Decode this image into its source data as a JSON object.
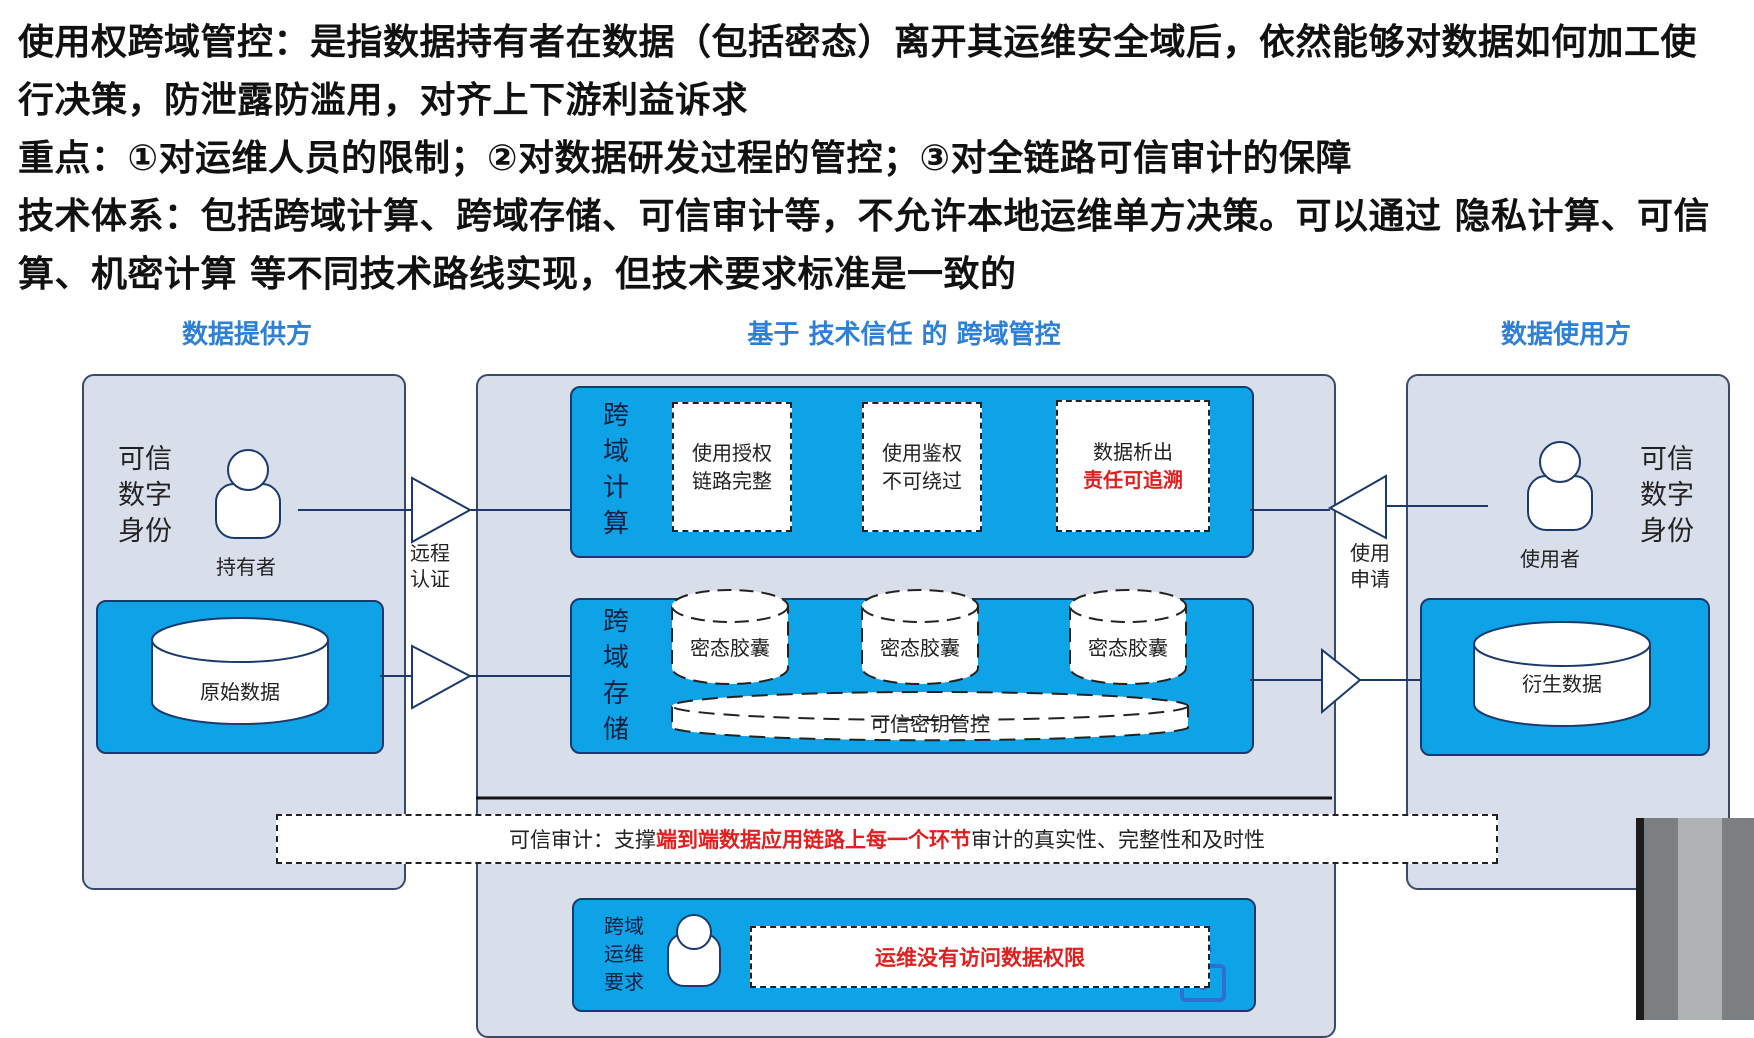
{
  "intro": {
    "line1": "使用权跨域管控：是指数据持有者在数据（包括密态）离开其运维安全域后，依然能够对数据如何加工使",
    "line2": "行决策，防泄露防滥用，对齐上下游利益诉求",
    "line3": "重点：①对运维人员的限制；②对数据研发过程的管控；③对全链路可信审计的保障",
    "line4": "技术体系：包括跨域计算、跨域存储、可信审计等，不允许本地运维单方决策。可以通过 隐私计算、可信",
    "line5": "算、机密计算 等不同技术路线实现，但技术要求标准是一致的"
  },
  "headers": {
    "provider": "数据提供方",
    "middle": "基于 技术信任 的 跨域管控",
    "consumer": "数据使用方"
  },
  "left": {
    "identity": "可信\n数字\n身份",
    "holder": "持有者",
    "raw_data": "原始数据"
  },
  "middle": {
    "compute_label": "跨\n域\n计\n算",
    "compute_cards": [
      {
        "line1": "使用授权",
        "line2": "链路完整"
      },
      {
        "line1": "使用鉴权",
        "line2": "不可绕过"
      }
    ],
    "compute_card3_line1": "数据析出",
    "compute_card3_red": "责任可追溯",
    "storage_label": "跨\n域\n存\n储",
    "capsules": [
      "密态胶囊",
      "密态胶囊",
      "密态胶囊"
    ],
    "key_mgmt": "可信密钥管控",
    "ops_label": "跨域\n运维\n要求",
    "ops_text": "运维没有访问数据权限"
  },
  "connectors": {
    "remote_auth": "远程\n认证",
    "use_request": "使用\n申请"
  },
  "right": {
    "identity": "可信\n数字\n身份",
    "user": "使用者",
    "derived_data": "衍生数据"
  },
  "audit": {
    "prefix": "可信审计：支撑",
    "highlight": "端到端数据应用链路上每一个环节",
    "suffix": "审计的真实性、完整性和及时性"
  },
  "colors": {
    "header_blue": "#2e7fd6",
    "panel_gray": "#d9deeb",
    "inner_blue": "#0ea2e6",
    "highlight_red": "#e02020"
  },
  "icons": [
    "user-icon",
    "database-icon",
    "capsule-icon",
    "triangle-arrow-icon",
    "lock-icon"
  ]
}
